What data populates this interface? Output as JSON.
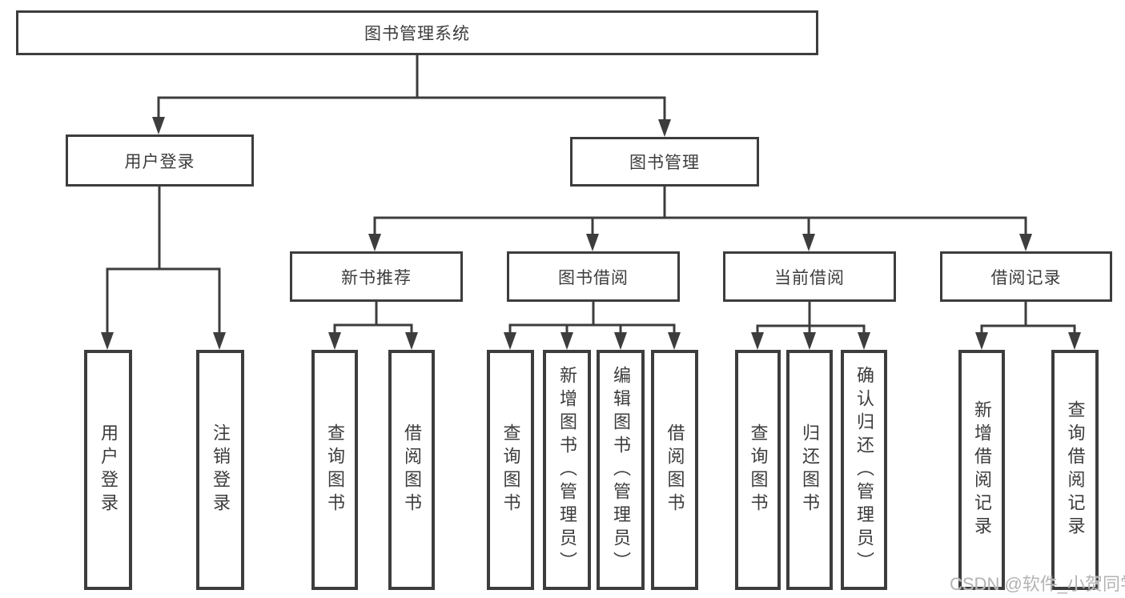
{
  "root": {
    "label": "图书管理系统"
  },
  "login": {
    "label": "用户登录",
    "leaves": [
      {
        "label": "用户登录"
      },
      {
        "label": "注销登录"
      }
    ]
  },
  "mgmt": {
    "label": "图书管理",
    "sections": [
      {
        "label": "新书推荐",
        "leaves": [
          {
            "label": "查询图书"
          },
          {
            "label": "借阅图书"
          }
        ]
      },
      {
        "label": "图书借阅",
        "leaves": [
          {
            "label": "查询图书"
          },
          {
            "label": "新增图书（管理员）"
          },
          {
            "label": "编辑图书（管理员）"
          },
          {
            "label": "借阅图书"
          }
        ]
      },
      {
        "label": "当前借阅",
        "leaves": [
          {
            "label": "查询图书"
          },
          {
            "label": "归还图书"
          },
          {
            "label": "确认归还（管理员）"
          }
        ]
      },
      {
        "label": "借阅记录",
        "leaves": [
          {
            "label": "新增借阅记录"
          },
          {
            "label": "查询借阅记录"
          }
        ]
      }
    ]
  },
  "watermark": "CSDN @软件_小贺同学",
  "colors": {
    "line": "#3d3d3d",
    "text": "#3c3c3c",
    "watermark": "#b3b3b3",
    "background": "#ffffff"
  }
}
